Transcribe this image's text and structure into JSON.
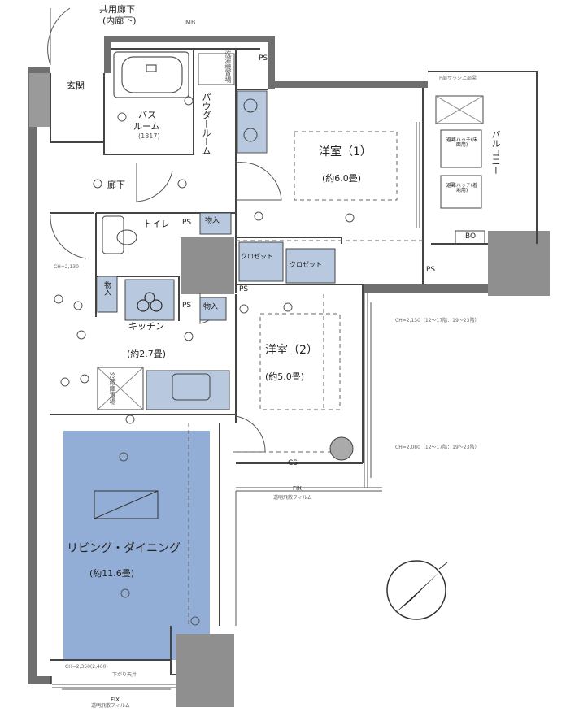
{
  "title": {
    "line1": "共用廊下",
    "line2": "(内廊下)"
  },
  "rooms": {
    "genkan": "玄関",
    "bath": {
      "l1": "バス",
      "l2": "ルーム",
      "l3": "(1317)"
    },
    "senmenjo": "洗濯機置場",
    "powder_room": "パウダールーム",
    "hallway": "廊下",
    "toilet": "トイレ",
    "kitchen": {
      "name": "キッチン",
      "size": "(約2.7畳)"
    },
    "youshitsu1": {
      "name": "洋室（1）",
      "size": "(約6.0畳)"
    },
    "youshitsu2": {
      "name": "洋室（2）",
      "size": "(約5.0畳)"
    },
    "living": {
      "name": "リビング・ダイニング",
      "size": "(約11.6畳)"
    },
    "balcony": "バルコニー",
    "refrigerator": "冷蔵庫置場"
  },
  "tags": {
    "mb": "MB",
    "ps": "PS",
    "bo": "BO",
    "storage": "物入",
    "closet": "クロゼット",
    "cs": "CS",
    "fix": "FIX",
    "hatch1": "避難ハッチ(床面用)",
    "hatch2": "避難ハッチ(着地用)",
    "sagari_bench": "下部サッシ上部梁",
    "sagari": "下がり天井",
    "glass_film": "透明飛散フィルム",
    "ch_entry": "CH=2,130",
    "ch_living": "CH=2,350(2,460)",
    "ch_y2": "CH=2,080（12〜17階：19〜23階）",
    "ch_y1": "CH=2,130（12〜17階：19〜23階）"
  },
  "colors": {
    "living_floor": "#93aed6",
    "column": "#8f8f8f",
    "fixture_fill": "#b8c8de"
  },
  "compass": {
    "symbol": "north-arrow"
  }
}
